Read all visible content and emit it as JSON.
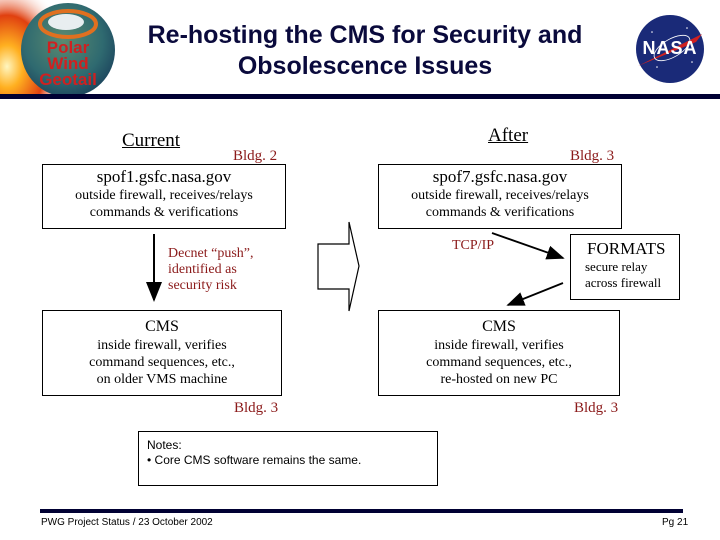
{
  "header": {
    "title_line1": "Re-hosting the CMS for Security and",
    "title_line2": "Obsolescence Issues",
    "logo_left": {
      "name": "polar-wind-geotail-logo",
      "lines": [
        "Polar",
        "Wind",
        "Geotail"
      ]
    },
    "logo_right": {
      "name": "nasa-logo",
      "text": "NASA"
    }
  },
  "current": {
    "heading": "Current",
    "top_building": "Bldg. 2",
    "host": "spof1.gsfc.nasa.gov",
    "host_desc_line1": "outside firewall, receives/relays",
    "host_desc_line2": "commands & verifications",
    "link_note_line1": "Decnet “push”,",
    "link_note_line2": "identified as",
    "link_note_line3": "security risk",
    "cms_title": "CMS",
    "cms_desc_line1": "inside firewall, verifies",
    "cms_desc_line2": "command sequences, etc.,",
    "cms_desc_line3": "on older VMS machine",
    "bottom_building": "Bldg. 3"
  },
  "after": {
    "heading": "After",
    "top_building": "Bldg. 3",
    "host": "spof7.gsfc.nasa.gov",
    "host_desc_line1": "outside firewall, receives/relays",
    "host_desc_line2": "commands & verifications",
    "link_label": "TCP/IP",
    "formats_title": "FORMATS",
    "formats_desc_line1": "secure relay",
    "formats_desc_line2": "across firewall",
    "cms_title": "CMS",
    "cms_desc_line1": "inside firewall, verifies",
    "cms_desc_line2": "command sequences, etc.,",
    "cms_desc_line3": "re-hosted on new PC",
    "bottom_building": "Bldg. 3"
  },
  "notes": {
    "heading": "Notes:",
    "bullets": [
      "Core CMS software remains the same."
    ]
  },
  "footer": {
    "left": "PWG Project Status / 23 October 2002",
    "right": "Pg 21"
  },
  "colors": {
    "title": "#0a0a3c",
    "rule": "#000033",
    "building_label": "#8b1a1a"
  }
}
